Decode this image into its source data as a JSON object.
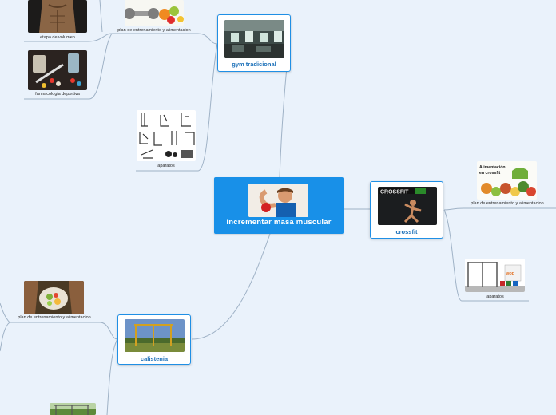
{
  "central": {
    "label": "incrementar masa muscular",
    "image": "boy-flexing-arm-photo"
  },
  "topics": {
    "gym": {
      "label": "gym tradicional",
      "image": "gym-interior-photo"
    },
    "crossfit": {
      "label": "crossfit",
      "image": "crossfit-athlete-photo"
    },
    "calistenia": {
      "label": "calistenia",
      "image": "outdoor-bars-photo"
    }
  },
  "subtopics": {
    "gym_plan": {
      "label": "plan de entrenamiento y alimentacion",
      "image": "dumbbell-fruit-photo"
    },
    "gym_aparatos": {
      "label": "aparatos",
      "image": "gym-machines-photo"
    },
    "gym_volumen": {
      "label": "etapa de volumen",
      "image": "muscular-torso-photo"
    },
    "gym_farmacologia": {
      "label": "farmacologia deportiva",
      "image": "pills-syringes-photo"
    },
    "crossfit_plan": {
      "label": "plan de entrenamiento y alimentacion",
      "image": "crossfit-food-photo",
      "image_text": "Alimentación en crossfit"
    },
    "crossfit_aparatos": {
      "label": "aparatos",
      "image": "crossfit-rig-photo"
    },
    "calistenia_plan": {
      "label": "plan de entrenamiento y alimentacion",
      "image": "bowl-of-food-photo"
    },
    "calistenia_bars": {
      "image": "park-bars-photo"
    }
  },
  "colors": {
    "background": "#eaf2fb",
    "accent": "#1890e8",
    "topic_border": "#1f8fe5",
    "connector": "#9fb2c6"
  }
}
